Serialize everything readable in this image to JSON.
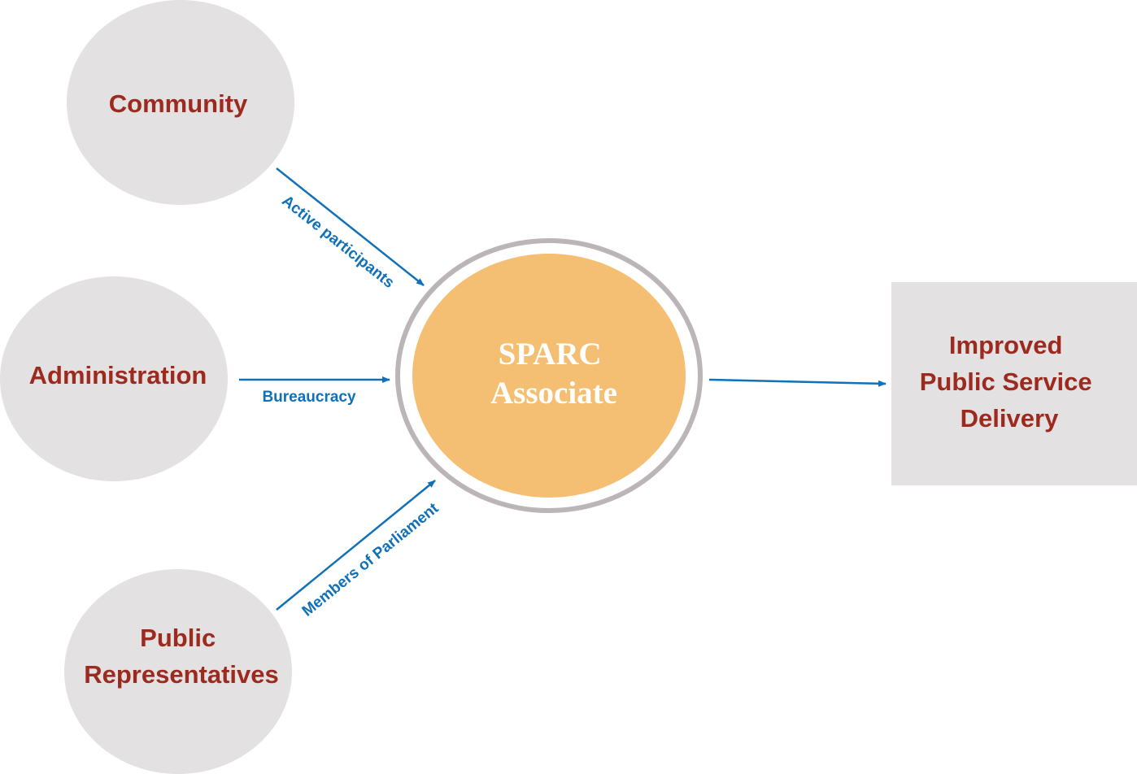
{
  "nodes": {
    "community": {
      "label": "Community"
    },
    "administration": {
      "label": "Administration"
    },
    "public_representatives": {
      "label_lines": [
        "Public",
        "Representatives"
      ]
    },
    "sparc_associate": {
      "label_lines": [
        "SPARC",
        "Associate"
      ]
    },
    "outcome": {
      "label_lines": [
        "Improved",
        "Public Service",
        "Delivery"
      ]
    }
  },
  "edges": {
    "community_to_sparc": {
      "label": "Active participants"
    },
    "administration_to_sparc": {
      "label": "Bureaucracy"
    },
    "representatives_to_sparc": {
      "label": "Members of Parliament"
    },
    "sparc_to_outcome": {
      "label": ""
    }
  },
  "colors": {
    "node_fill": "#e3e1e2",
    "center_fill": "#f4bf73",
    "center_ring": "#bbb5b8",
    "node_text": "#9c2a1f",
    "arrow": "#1070b8"
  }
}
